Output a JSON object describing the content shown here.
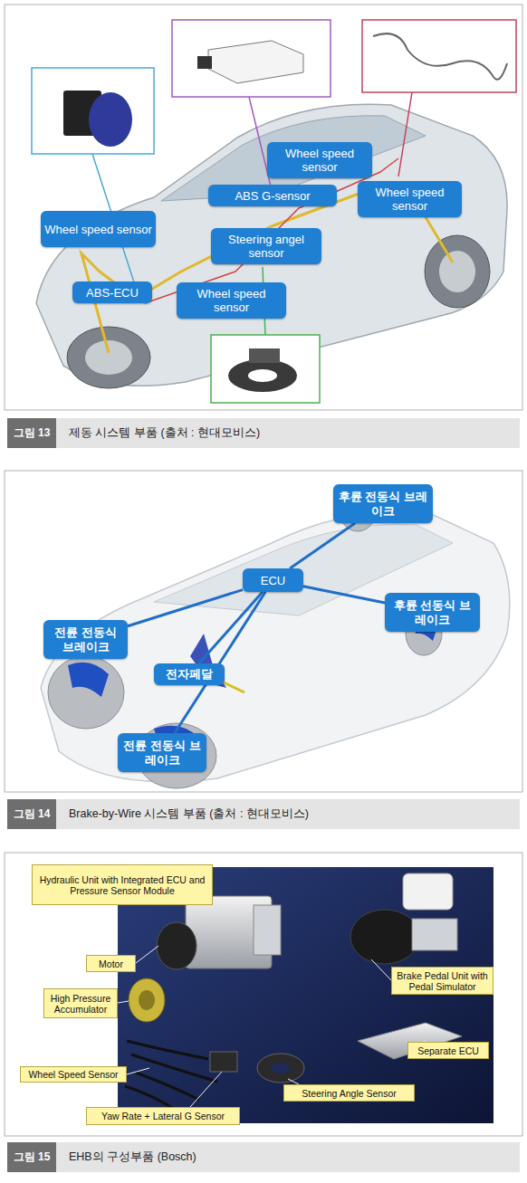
{
  "diagram": {
    "nodes": [
      {
        "text": [
          "Wheel speed sensor"
        ]
      },
      {
        "text": [
          "ABS G-sensor"
        ]
      },
      {
        "text": [
          "Wheel speed sensor"
        ]
      },
      {
        "text": [
          "Wheel speed sensor"
        ]
      },
      {
        "text": [
          "Steering angel sensor"
        ]
      },
      {
        "text": [
          "ABS-ECU"
        ]
      },
      {
        "text": [
          "Wheel speed sensor"
        ]
      },
      {
        "text": [
          "제동 시스템 부품 (출처 : 현대모비스)"
        ]
      },
      {
        "text": [
          "그림 13"
        ],
        "in": 7
      },
      {
        "text": [
          "후륜 전동식 브레이크"
        ]
      },
      {
        "text": [
          "ECU"
        ]
      },
      {
        "text": [
          "후륜 선동식 브레이크"
        ]
      },
      {
        "text": [
          "전륜 전동식 브레이크"
        ]
      },
      {
        "text": [
          "전자페달"
        ]
      },
      {
        "text": [
          "전륜 전동식 브레이크"
        ]
      },
      {
        "text": [
          "Brake-by-Wire 시스템 부품 (출처 : 현대모비스)"
        ]
      },
      {
        "text": [
          "그림 14"
        ],
        "in": 15
      },
      {
        "text": [
          "Hydraulic Unit with Integrated ECU and Pressure Sensor Module"
        ]
      },
      {
        "text": [
          "Motor"
        ]
      },
      {
        "text": [
          "High Pressure Accumulator"
        ]
      },
      {
        "text": [
          "Brake Pedal Unit with Pedal Simulator"
        ]
      },
      {
        "text": [
          "Separate ECU"
        ]
      },
      {
        "text": [
          "Wheel Speed Sensor"
        ]
      },
      {
        "text": [
          "Steering Angle Sensor"
        ]
      },
      {
        "text": [
          "Yaw Rate + Lateral G Sensor"
        ]
      },
      {
        "text": [
          "EHB의 구성부품 (Bosch)"
        ]
      },
      {
        "text": [
          "그림 15"
        ],
        "in": 25
      }
    ],
    "edges": [
      {
        "from": 10,
        "to": 9,
        "arrow": "none"
      },
      {
        "from": 10,
        "to": 11,
        "arrow": "none"
      },
      {
        "from": 10,
        "to": 12,
        "arrow": "none"
      },
      {
        "from": 10,
        "to": 13,
        "arrow": "none"
      },
      {
        "from": 10,
        "to": 14,
        "arrow": "none"
      }
    ]
  }
}
